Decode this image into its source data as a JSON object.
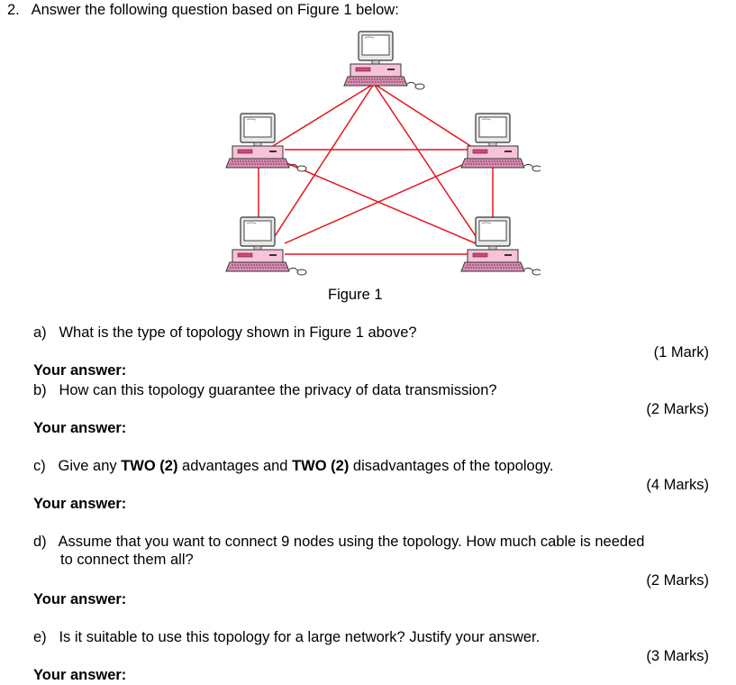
{
  "question": {
    "number": "2.",
    "intro": "Answer the following question based on Figure 1 below:"
  },
  "figure": {
    "caption": "Figure 1",
    "node_count": 5,
    "link_color": "#e8141c",
    "computer_color": "#f3b8d4"
  },
  "parts": [
    {
      "letter": "a)",
      "text": "What is the type of topology shown in Figure 1 above?",
      "marks": "(1 Mark)",
      "answer_label": "Your answer:"
    },
    {
      "letter": "b)",
      "text": "How can this topology guarantee the privacy of data transmission?",
      "marks": "(2 Marks)",
      "answer_label": "Your answer:"
    },
    {
      "letter": "c)",
      "text_before": "Give any ",
      "bold1": "TWO (2)",
      "text_middle": " advantages and ",
      "bold2": "TWO (2)",
      "text_after": " disadvantages of the topology.",
      "marks": "(4 Marks)",
      "answer_label": "Your answer:"
    },
    {
      "letter": "d)",
      "text_line1": "Assume that you want to connect 9 nodes using the topology. How much cable is needed",
      "text_line2": "to connect them all?",
      "marks": "(2 Marks)",
      "answer_label": "Your answer:"
    },
    {
      "letter": "e)",
      "text": "Is it suitable to use this topology for a large network? Justify your answer.",
      "marks": "(3 Marks)",
      "answer_label": "Your answer:"
    }
  ]
}
